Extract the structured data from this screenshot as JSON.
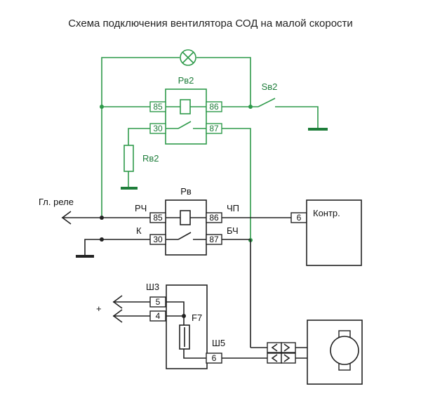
{
  "title": "Схема подключения вентилятора СОД на малой скорости",
  "green_part": {
    "relay_label": "Рв2",
    "switch_label": "Sв2",
    "resistor_label": "Rв2",
    "pins": {
      "p85": "85",
      "p86": "86",
      "p30": "30",
      "p87": "87"
    },
    "lamp_icon": "lamp-icon",
    "color": "#2e9a4a"
  },
  "main_relay": {
    "label": "Рв",
    "pins": {
      "p85": "85",
      "p86": "86",
      "p30": "30",
      "p87": "87"
    },
    "wire_labels": {
      "rch": "РЧ",
      "k": "К",
      "chp": "ЧП",
      "bch": "БЧ"
    }
  },
  "gl_rele": "Гл. реле",
  "controller": {
    "label": "Контр.",
    "pin": "6"
  },
  "fuse_block": {
    "connector": "Ш3",
    "pin5": "5",
    "pin4": "4",
    "fuse": "F7",
    "connector2": "Ш5",
    "pin6": "6",
    "plus": "+"
  },
  "motor_icon": "motor-icon"
}
